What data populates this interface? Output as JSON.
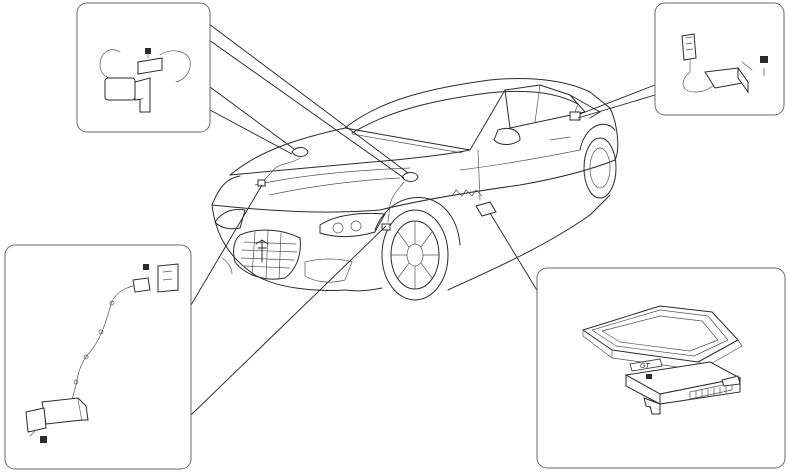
{
  "diagram": {
    "badge_text": "GT",
    "colors": {
      "line": "#2b2b2b",
      "frame": "#6a6a6a",
      "background": "#ffffff"
    },
    "callouts": [
      {
        "id": "top-left",
        "part": "sensor-with-bracket-and-harness"
      },
      {
        "id": "bottom-left",
        "part": "sensor-with-long-harness"
      },
      {
        "id": "top-right",
        "part": "connector-and-sensor-module"
      },
      {
        "id": "bottom-right",
        "part": "control-unit-and-cover"
      }
    ]
  }
}
